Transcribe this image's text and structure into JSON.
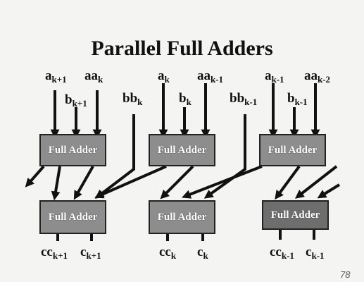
{
  "title": "Parallel Full Adders",
  "block_label": "Full Adder",
  "page_number": "78",
  "inputs": {
    "a_k1": {
      "base": "a",
      "sub": "k+1"
    },
    "aa_k": {
      "base": "aa",
      "sub": "k"
    },
    "b_k1": {
      "base": "b",
      "sub": "k+1"
    },
    "bb_k": {
      "base": "bb",
      "sub": "k"
    },
    "a_k": {
      "base": "a",
      "sub": "k"
    },
    "aa_km1": {
      "base": "aa",
      "sub": "k-1"
    },
    "b_k": {
      "base": "b",
      "sub": "k"
    },
    "bb_km1": {
      "base": "bb",
      "sub": "k-1"
    },
    "a_km1": {
      "base": "a",
      "sub": "k-1"
    },
    "aa_km2": {
      "base": "aa",
      "sub": "k-2"
    },
    "b_km1": {
      "base": "b",
      "sub": "k-1"
    }
  },
  "outputs": {
    "cc_k1": {
      "base": "cc",
      "sub": "k+1"
    },
    "c_k1": {
      "base": "c",
      "sub": "k+1"
    },
    "cc_k": {
      "base": "cc",
      "sub": "k"
    },
    "c_k": {
      "base": "c",
      "sub": "k"
    },
    "cc_km1": {
      "base": "cc",
      "sub": "k-1"
    },
    "c_km1": {
      "base": "c",
      "sub": "k-1"
    }
  },
  "colors": {
    "box": "#8d8d8d",
    "box_dark": "#6e6e6e",
    "ink": "#111111"
  }
}
